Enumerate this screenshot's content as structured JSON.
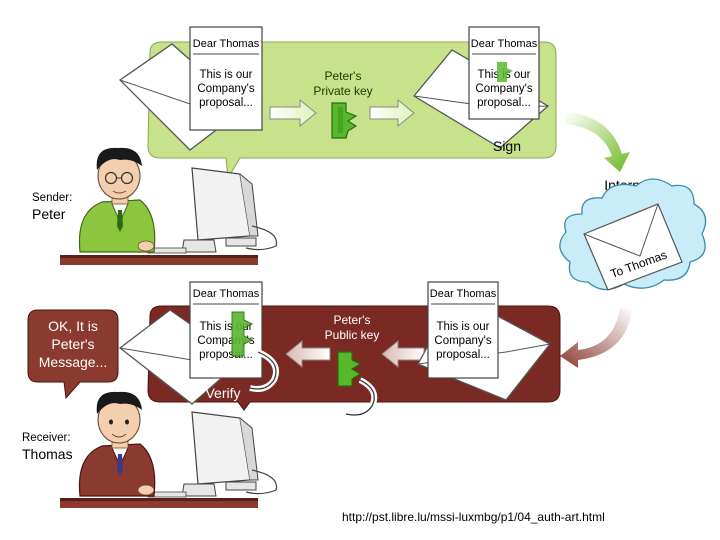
{
  "top_panel": {
    "letter_left": {
      "salutation": "Dear Thomas",
      "lines": [
        "This is our",
        "Company's",
        "proposal..."
      ]
    },
    "key_label": [
      "Peter's",
      "Private key"
    ],
    "letter_right": {
      "salutation": "Dear Thomas",
      "lines": [
        "This is our",
        "Company's",
        "proposal..."
      ]
    },
    "action_label": "Sign"
  },
  "sender": {
    "role_label": "Sender:",
    "name": "Peter"
  },
  "internet": {
    "label": "Internet",
    "envelope_label": "To Thomas"
  },
  "bottom_panel": {
    "letter_left": {
      "salutation": "Dear Thomas",
      "lines": [
        "This is our",
        "Company's",
        "proposal..."
      ]
    },
    "key_label": [
      "Peter's",
      "Public key"
    ],
    "letter_right": {
      "salutation": "Dear Thomas",
      "lines": [
        "This is our",
        "Company's",
        "proposal..."
      ]
    },
    "action_label": "Verify"
  },
  "receiver": {
    "role_label": "Receiver:",
    "name": "Thomas",
    "speech": [
      "OK, It is",
      "Peter's",
      "Message..."
    ]
  },
  "source_url": "http://pst.libre.lu/mssi-luxmbg/p1/04_auth-art.html",
  "colors": {
    "sign_panel": "#c8e28c",
    "verify_panel": "#7a2a22",
    "key_green": "#58b82c",
    "arrow_green": "#6cb820",
    "arrow_brown": "#8a3a30",
    "cloud": "#c8ecf8",
    "sender_shirt": "#8cc63e",
    "receiver_shirt": "#8a3a2e"
  }
}
